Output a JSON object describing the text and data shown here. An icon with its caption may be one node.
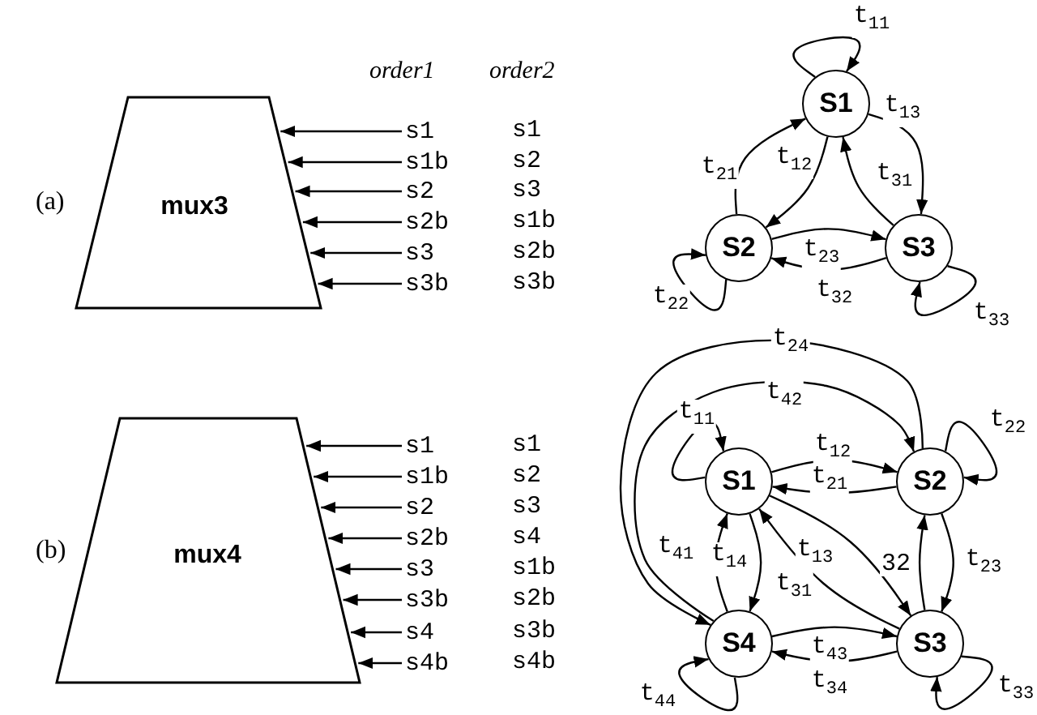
{
  "diagram": {
    "nodes": [
      {
        "text": [
          "mux3"
        ]
      },
      {
        "text": [
          "s1"
        ]
      },
      {
        "text": [
          "s1b"
        ]
      },
      {
        "text": [
          "s2"
        ]
      },
      {
        "text": [
          "s2b"
        ]
      },
      {
        "text": [
          "s3"
        ]
      },
      {
        "text": [
          "s3b"
        ]
      },
      {
        "text": [
          "S1"
        ]
      },
      {
        "text": [
          "S2"
        ]
      },
      {
        "text": [
          "S3"
        ]
      },
      {
        "text": [
          "mux4"
        ]
      },
      {
        "text": [
          "s1"
        ]
      },
      {
        "text": [
          "s1b"
        ]
      },
      {
        "text": [
          "s2"
        ]
      },
      {
        "text": [
          "s2b"
        ]
      },
      {
        "text": [
          "s3"
        ]
      },
      {
        "text": [
          "s3b"
        ]
      },
      {
        "text": [
          "s4"
        ]
      },
      {
        "text": [
          "s4b"
        ]
      },
      {
        "text": [
          "S1"
        ]
      },
      {
        "text": [
          "S2"
        ]
      },
      {
        "text": [
          "S3"
        ]
      },
      {
        "text": [
          "S4"
        ]
      }
    ],
    "edges": [
      {
        "from": 1,
        "to": 0,
        "arrow": "to"
      },
      {
        "from": 2,
        "to": 0,
        "arrow": "to"
      },
      {
        "from": 3,
        "to": 0,
        "arrow": "to"
      },
      {
        "from": 4,
        "to": 0,
        "arrow": "to"
      },
      {
        "from": 5,
        "to": 0,
        "arrow": "to"
      },
      {
        "from": 6,
        "to": 0,
        "arrow": "to"
      },
      {
        "from": 7,
        "to": 7,
        "arrow": "to",
        "label": "t$_{11}$"
      },
      {
        "from": 7,
        "to": 9,
        "arrow": "to",
        "label": "t$_{13}$"
      },
      {
        "from": 7,
        "to": 8,
        "arrow": "to",
        "label": "t$_{12}$"
      },
      {
        "from": 8,
        "to": 7,
        "arrow": "to",
        "label": "t$_{21}$"
      },
      {
        "from": 9,
        "to": 7,
        "arrow": "to",
        "label": "t$_{31}$"
      },
      {
        "from": 8,
        "to": 9,
        "arrow": "to",
        "label": "t$_{23}$"
      },
      {
        "from": 9,
        "to": 8,
        "arrow": "to",
        "label": "t$_{32}$"
      },
      {
        "from": 8,
        "to": 8,
        "arrow": "to",
        "label": "t$_{22}$"
      },
      {
        "from": 9,
        "to": 9,
        "arrow": "to",
        "label": "t$_{33}$"
      },
      {
        "from": 11,
        "to": 10,
        "arrow": "to"
      },
      {
        "from": 12,
        "to": 10,
        "arrow": "to"
      },
      {
        "from": 13,
        "to": 10,
        "arrow": "to"
      },
      {
        "from": 14,
        "to": 10,
        "arrow": "to"
      },
      {
        "from": 15,
        "to": 10,
        "arrow": "to"
      },
      {
        "from": 16,
        "to": 10,
        "arrow": "to"
      },
      {
        "from": 17,
        "to": 10,
        "arrow": "to"
      },
      {
        "from": 18,
        "to": 10,
        "arrow": "to"
      },
      {
        "from": 20,
        "to": 22,
        "arrow": "to",
        "label": "t$_{24}$"
      },
      {
        "from": 22,
        "to": 20,
        "arrow": "to",
        "label": "t$_{42}$"
      },
      {
        "from": 19,
        "to": 19,
        "arrow": "to",
        "label": "t$_{11}$"
      },
      {
        "from": 20,
        "to": 20,
        "arrow": "to",
        "label": "t$_{22}$"
      },
      {
        "from": 19,
        "to": 20,
        "arrow": "to",
        "label": "t$_{12}$"
      },
      {
        "from": 20,
        "to": 19,
        "arrow": "to",
        "label": "t$_{21}$"
      },
      {
        "from": 22,
        "to": 19,
        "arrow": "to",
        "label": "t$_{41}$"
      },
      {
        "from": 19,
        "to": 22,
        "arrow": "to",
        "label": "t$_{14}$"
      },
      {
        "from": 19,
        "to": 21,
        "arrow": "to",
        "label": "t$_{13}$"
      },
      {
        "from": 21,
        "to": 20,
        "arrow": "to",
        "label": "32"
      },
      {
        "from": 20,
        "to": 21,
        "arrow": "to",
        "label": "t$_{23}$"
      },
      {
        "from": 21,
        "to": 19,
        "arrow": "to",
        "label": "t$_{31}$"
      },
      {
        "from": 22,
        "to": 21,
        "arrow": "to",
        "label": "t$_{43}$"
      },
      {
        "from": 21,
        "to": 22,
        "arrow": "to",
        "label": "t$_{34}$"
      },
      {
        "from": 21,
        "to": 21,
        "arrow": "to",
        "label": "t$_{33}$"
      },
      {
        "from": 22,
        "to": 22,
        "arrow": "to",
        "label": "t$_{44}$"
      }
    ],
    "labels": [
      "order1",
      "order2",
      "(a)",
      "s1",
      "s2",
      "s3",
      "s1b",
      "s2b",
      "s3b",
      "(b)",
      "s1",
      "s2",
      "s3",
      "s4",
      "s1b",
      "s2b",
      "s3b",
      "s4b"
    ]
  }
}
